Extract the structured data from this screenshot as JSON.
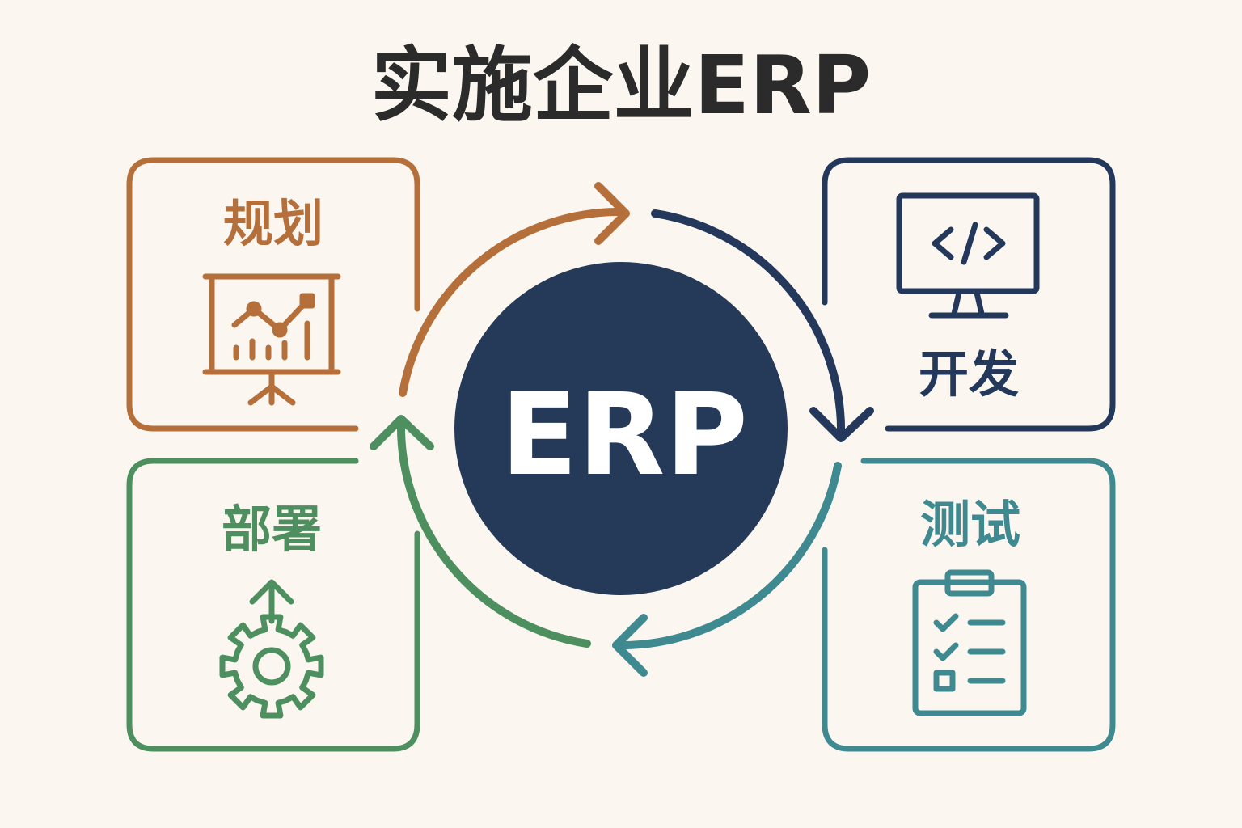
{
  "title": "实施企业ERP",
  "center": {
    "label": "ERP",
    "color": "#253a58"
  },
  "colors": {
    "background": "#fbf7f0",
    "planning": "#b56f3a",
    "development": "#23385a",
    "testing": "#3f8a91",
    "deployment": "#4d8f5e"
  },
  "steps": [
    {
      "id": "planning",
      "label": "规划",
      "icon": "presentation-chart-icon"
    },
    {
      "id": "development",
      "label": "开发",
      "icon": "monitor-code-icon"
    },
    {
      "id": "testing",
      "label": "测试",
      "icon": "clipboard-checklist-icon"
    },
    {
      "id": "deployment",
      "label": "部署",
      "icon": "gear-upload-icon"
    }
  ]
}
